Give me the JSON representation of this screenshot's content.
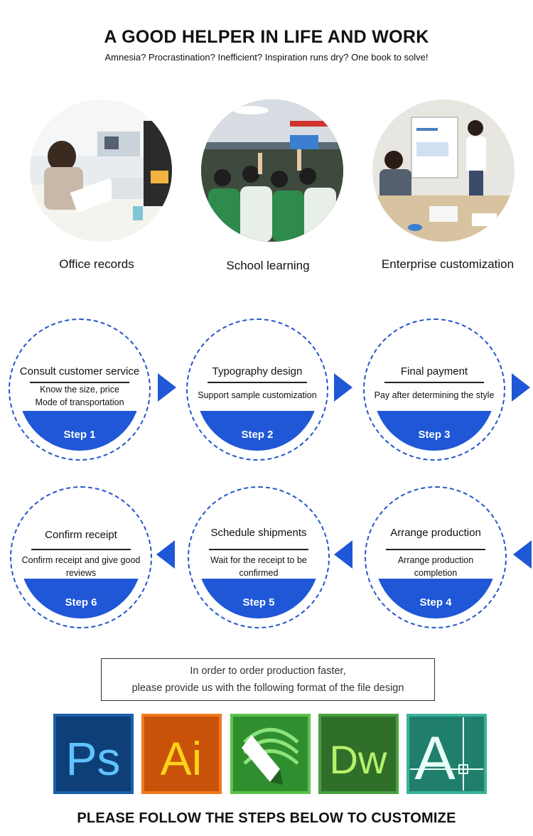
{
  "header": {
    "title": "A GOOD HELPER IN LIFE AND WORK",
    "subtitle": "Amnesia? Procrastination? Inefficient? Inspiration runs dry? One book to solve!"
  },
  "scenes": [
    {
      "label": "Office records"
    },
    {
      "label": "School learning"
    },
    {
      "label": "Enterprise customization"
    }
  ],
  "steps": [
    {
      "title": "Consult customer service",
      "desc1": "Know the size, price",
      "desc2": "Mode of transportation",
      "label": "Step 1"
    },
    {
      "title": "Typography design",
      "desc1": "Support sample customization",
      "desc2": "",
      "label": "Step 2"
    },
    {
      "title": "Final payment",
      "desc1": "Pay after determining the style",
      "desc2": "",
      "label": "Step 3"
    },
    {
      "title": "Arrange production",
      "desc1": "Arrange production",
      "desc2": "completion",
      "label": "Step 4"
    },
    {
      "title": "Schedule shipments",
      "desc1": "Wait for the receipt to be",
      "desc2": "confirmed",
      "label": "Step 5"
    },
    {
      "title": "Confirm receipt",
      "desc1": "Confirm receipt and give good",
      "desc2": "reviews",
      "label": "Step 6"
    }
  ],
  "notice": {
    "line1": "In order to order production faster,",
    "line2": "please provide us with the following format of the file design"
  },
  "logos": [
    {
      "text": "Ps",
      "icon": "photoshop-icon",
      "bg": "#1b5fa8",
      "fg": "#5fc3ff"
    },
    {
      "text": "Ai",
      "icon": "illustrator-icon",
      "bg": "#d9600f",
      "fg": "#ffd21a"
    },
    {
      "text": "",
      "icon": "coreldraw-icon",
      "bg": "#3aa33a",
      "fg": "#ffffff"
    },
    {
      "text": "Dw",
      "icon": "dreamweaver-icon",
      "bg": "#3f8d3a",
      "fg": "#b8f06a"
    },
    {
      "text": "A",
      "icon": "autocad-icon",
      "bg": "#2f9b86",
      "fg": "#e8fff8"
    }
  ],
  "footer": {
    "text": "PLEASE FOLLOW THE STEPS BELOW TO CUSTOMIZE"
  },
  "colors": {
    "accent": "#1f57d6"
  }
}
